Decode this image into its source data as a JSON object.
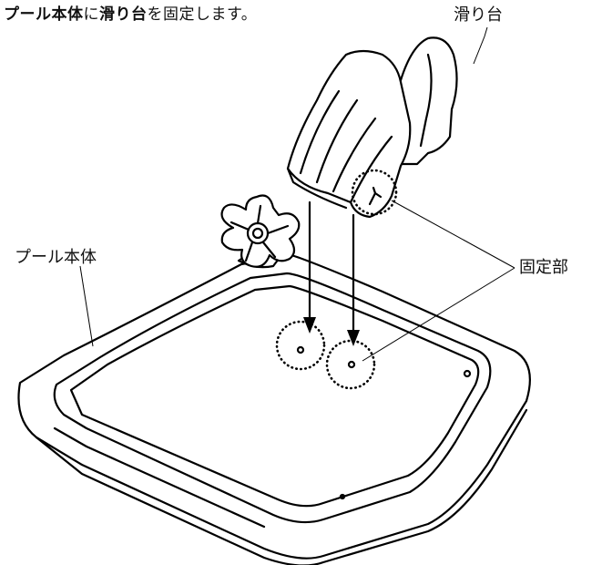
{
  "instruction": {
    "part1": "プール本体",
    "part2": "に",
    "part3": "滑り台",
    "part4": "を固定します。"
  },
  "labels": {
    "slide": "滑り台",
    "pool_body": "プール本体",
    "fixing_part": "固定部"
  }
}
